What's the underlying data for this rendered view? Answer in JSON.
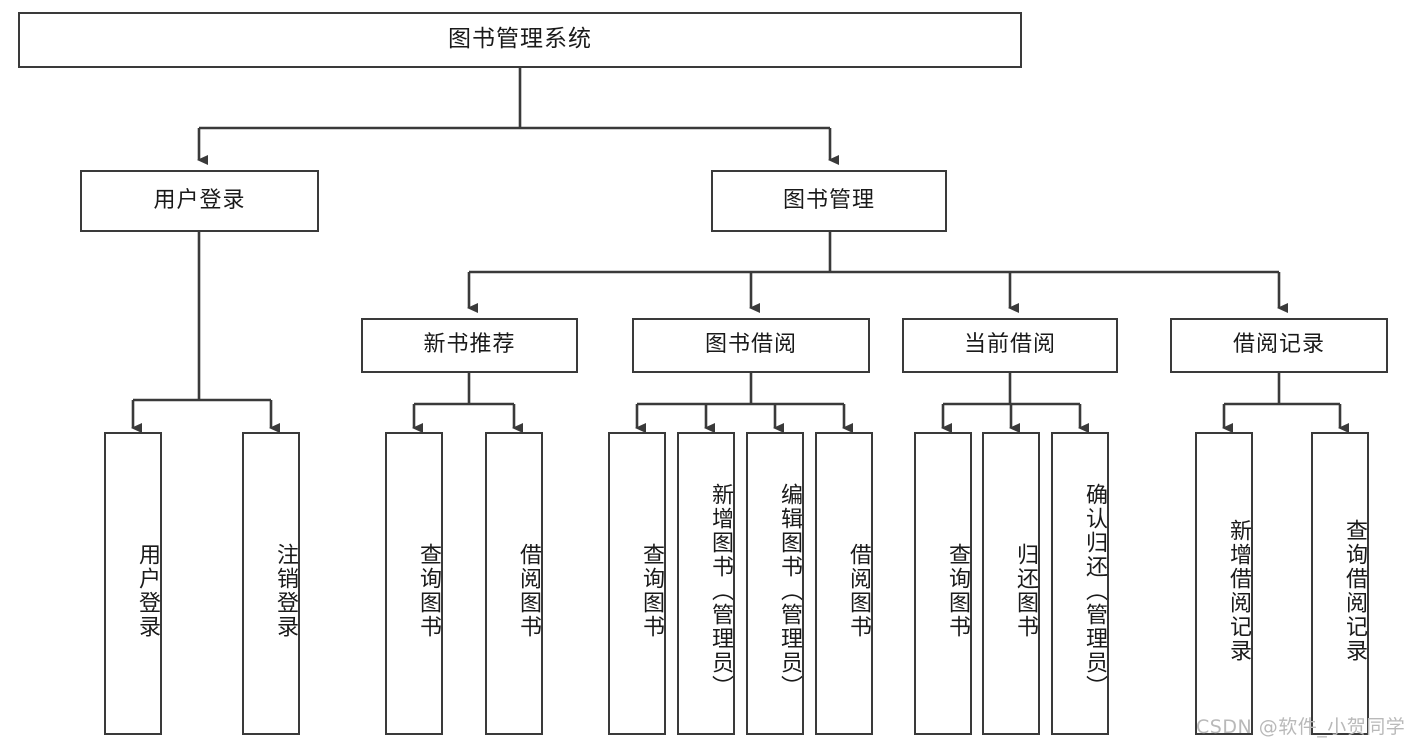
{
  "diagram": {
    "title": "图书管理系统",
    "type": "tree-hierarchy-diagram",
    "root": {
      "label": "图书管理系统"
    },
    "level1": [
      {
        "label": "用户登录"
      },
      {
        "label": "图书管理"
      }
    ],
    "level2": [
      {
        "label": "新书推荐"
      },
      {
        "label": "图书借阅"
      },
      {
        "label": "当前借阅"
      },
      {
        "label": "借阅记录"
      }
    ],
    "leaves": {
      "user_login": [
        {
          "label": "用户登录"
        },
        {
          "label": "注销登录"
        }
      ],
      "new_book_recommend": [
        {
          "label": "查询图书"
        },
        {
          "label": "借阅图书"
        }
      ],
      "book_borrow": [
        {
          "label": "查询图书"
        },
        {
          "label": "新增图书（管理员）"
        },
        {
          "label": "编辑图书（管理员）"
        },
        {
          "label": "借阅图书"
        }
      ],
      "current_borrow": [
        {
          "label": "查询图书"
        },
        {
          "label": "归还图书"
        },
        {
          "label": "确认归还（管理员）"
        }
      ],
      "borrow_record": [
        {
          "label": "新增借阅记录"
        },
        {
          "label": "查询借阅记录"
        }
      ]
    }
  },
  "watermark": {
    "text": "CSDN @软件_小贺同学"
  },
  "colors": {
    "stroke": "#3a3a3a",
    "background": "#ffffff",
    "text": "#1a1a1a",
    "watermark": "#b9b9b9"
  }
}
